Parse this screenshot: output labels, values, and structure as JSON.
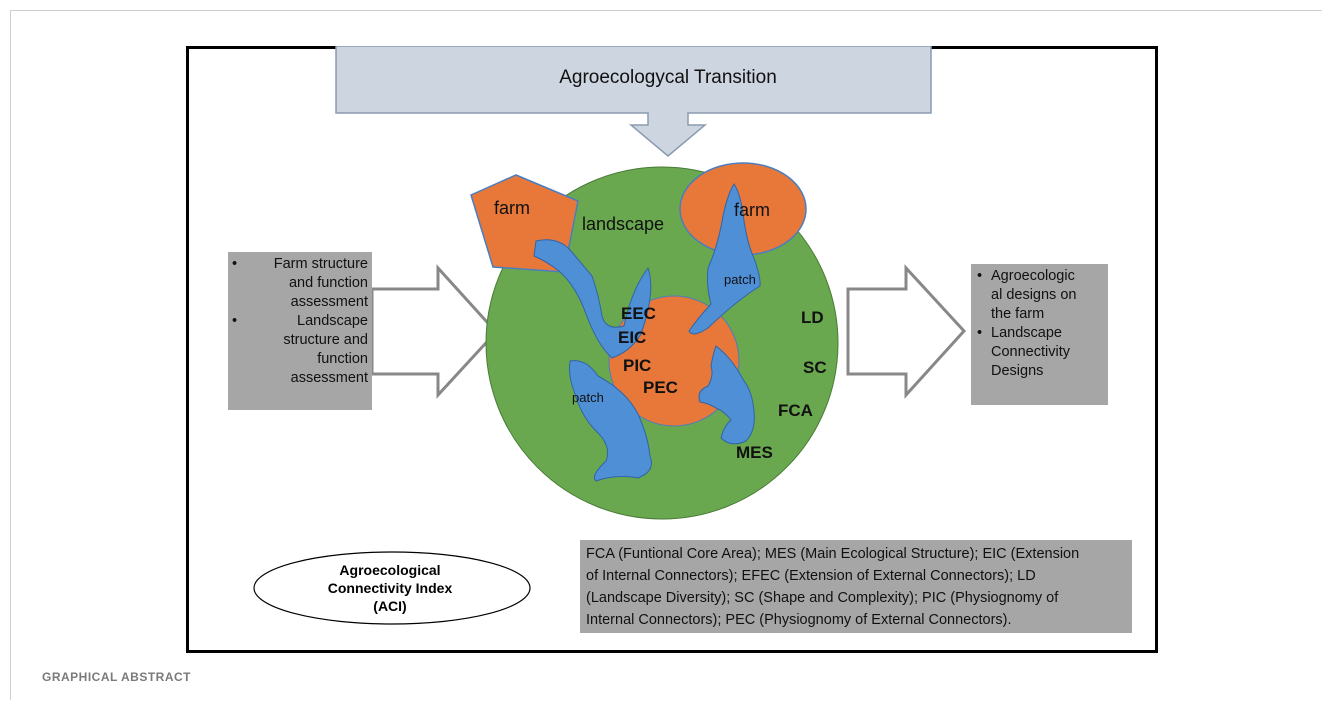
{
  "title": "Agroecologycal Transition",
  "caption": "GRAPHICAL ABSTRACT",
  "shapes": {
    "farm_left": "farm",
    "farm_right": "farm",
    "landscape": "landscape",
    "patch_top": "patch",
    "patch_bottom": "patch"
  },
  "inner_indicators": [
    "EEC",
    "EIC",
    "PIC",
    "PEC"
  ],
  "outer_indicators": [
    "LD",
    "SC",
    "FCA",
    "MES"
  ],
  "inputs": [
    [
      "Farm structure",
      "and function",
      "assessment"
    ],
    [
      "Landscape",
      "structure and",
      "function",
      "assessment"
    ]
  ],
  "outputs": [
    [
      "Agroecologic",
      "al designs on",
      "the farm"
    ],
    [
      "Landscape",
      "Connectivity",
      "Designs"
    ]
  ],
  "index": {
    "line1": "Agroecological",
    "line2": "Connectivity Index",
    "line3": "(ACI)"
  },
  "legend": [
    "FCA (Funtional Core Area); MES (Main Ecological Structure); EIC (Extension",
    "of Internal Connectors); EFEC (Extension of External Connectors); LD",
    "(Landscape Diversity); SC (Shape and Complexity); PIC (Physiognomy of",
    "Internal Connectors); PEC (Physiognomy of External Connectors)."
  ],
  "colors": {
    "landscape_green": "#6aa84f",
    "farm_orange": "#e8783a",
    "patch_blue": "#4f8fd6",
    "banner_fill": "#cdd5e0",
    "gray_box": "#a6a6a6"
  }
}
